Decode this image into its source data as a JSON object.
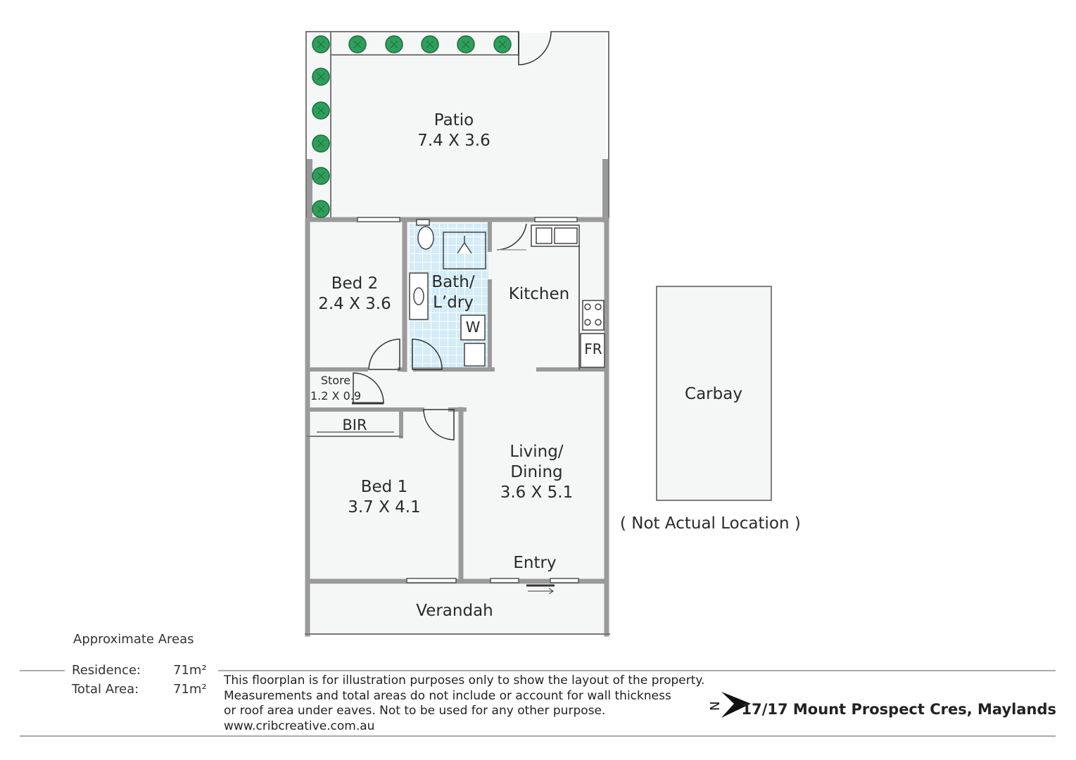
{
  "rooms": {
    "patio": {
      "name": "Patio",
      "dims": "7.4 X 3.6"
    },
    "bed2": {
      "name": "Bed 2",
      "dims": "2.4 X 3.6"
    },
    "bath": {
      "name_line1": "Bath/",
      "name_line2": "L’dry"
    },
    "kitchen": {
      "name": "Kitchen"
    },
    "store": {
      "name": "Store",
      "dims": "1.2 X 0.9"
    },
    "bir": {
      "name": "BIR"
    },
    "bed1": {
      "name": "Bed 1",
      "dims": "3.7 X 4.1"
    },
    "living": {
      "name_line1": "Living/",
      "name_line2": "Dining",
      "dims": "3.6 X 5.1"
    },
    "entry": {
      "name": "Entry"
    },
    "verandah": {
      "name": "Verandah"
    },
    "carbay": {
      "name": "Carbay"
    }
  },
  "fixtures": {
    "washer": "W",
    "fridge": "FR"
  },
  "carbay_note": "( Not Actual Location )",
  "areas": {
    "heading": "Approximate Areas",
    "rows": [
      {
        "label": "Residence:",
        "value": "71m²"
      },
      {
        "label": "Total Area:",
        "value": "71m²"
      }
    ]
  },
  "disclaimer": [
    "This floorplan is for illustration purposes only to show the layout of the property.",
    "Measurements and total areas do not include or account for wall thickness",
    "or roof area under eaves. Not to be used for any other purpose.",
    "www.cribcreative.com.au"
  ],
  "compass": {
    "letter": "N"
  },
  "address": "17/17 Mount Prospect Cres, Maylands",
  "colors": {
    "wall": "#9a9a9a",
    "floor": "#f5f7f6",
    "tile": "#cfe9f5",
    "plant": "#2e9e5b",
    "text": "#2a2a2a"
  }
}
